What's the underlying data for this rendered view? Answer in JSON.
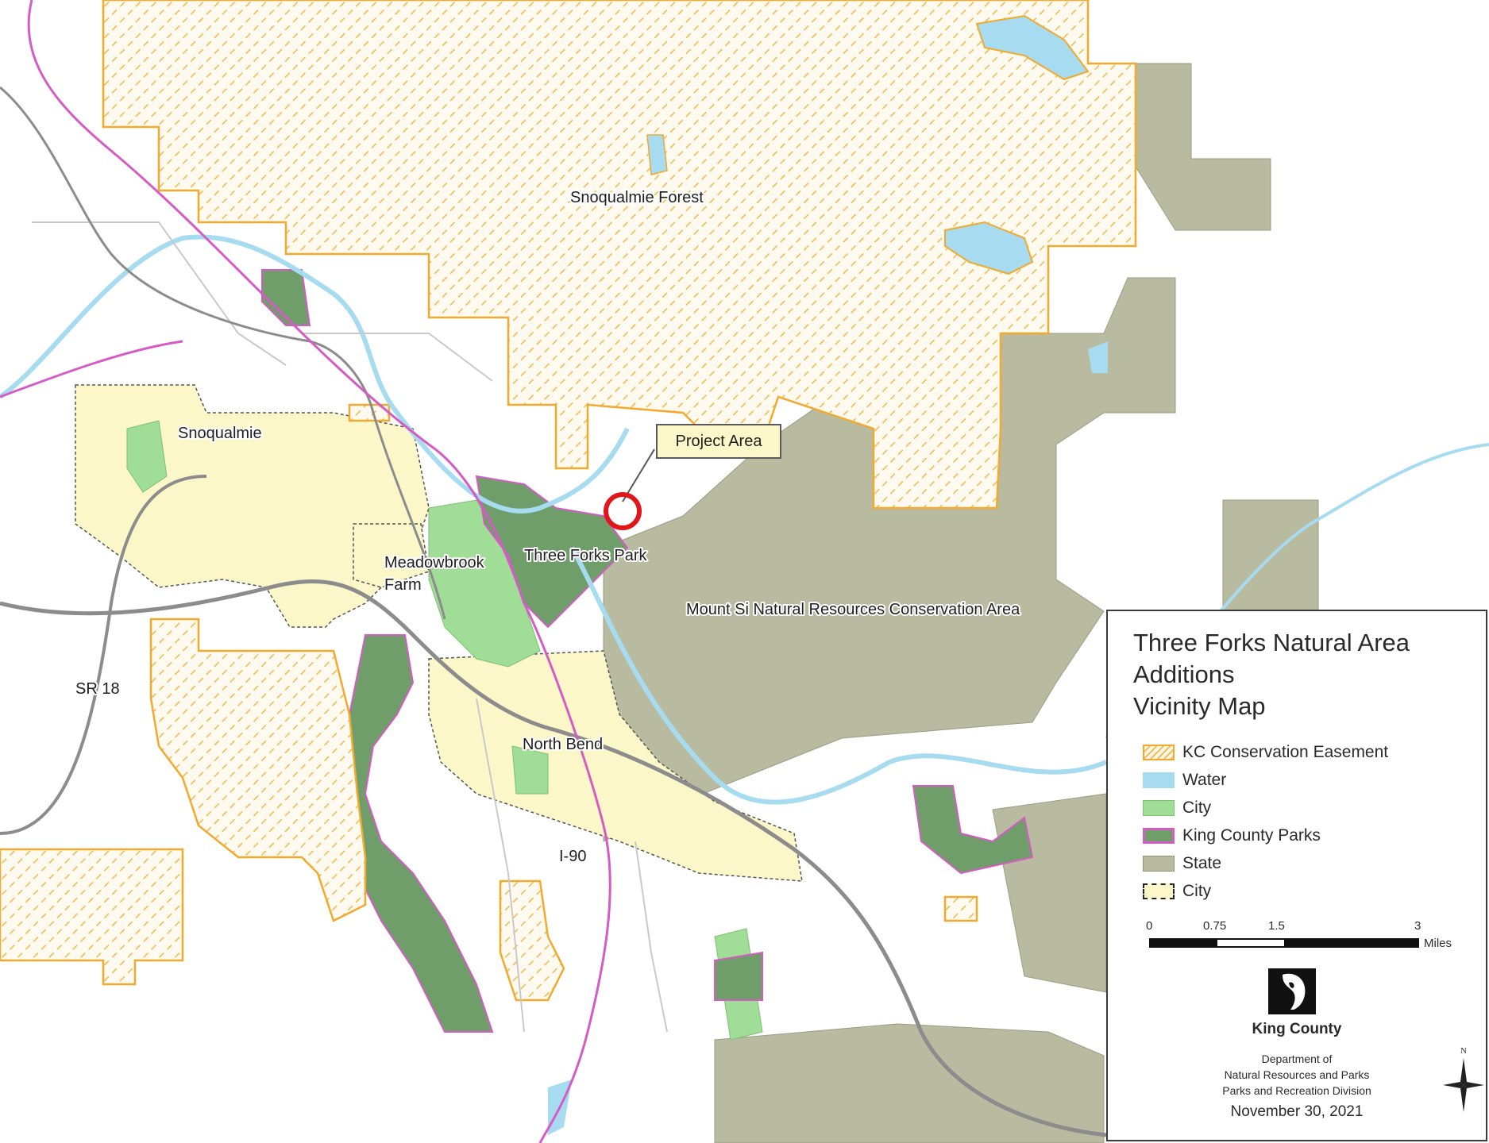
{
  "map": {
    "labels": {
      "snoqualmie_forest": "Snoqualmie Forest",
      "snoqualmie": "Snoqualmie",
      "meadowbrook_line1": "Meadowbrook",
      "meadowbrook_line2": "Farm",
      "three_forks_park": "Three Forks Park",
      "mount_si": "Mount Si Natural Resources Conservation Area",
      "sr18": "SR 18",
      "north_bend": "North Bend",
      "i90": "I-90"
    },
    "callout": "Project Area",
    "colors": {
      "easement_orange": "#f2a92c",
      "water": "#a6dbf0",
      "city_green": "#a0dd96",
      "kc_parks_green": "#6f9e6a",
      "kc_parks_outline": "#d65bc4",
      "state": "#b9bba1",
      "city_fill": "#fbf7c9",
      "highway": "#8c8c8c",
      "project_circle": "#e0161a"
    }
  },
  "legend": {
    "title": [
      "Three Forks Natural Area",
      "Additions",
      "Vicinity Map"
    ],
    "items": [
      {
        "label": "KC Conservation Easement"
      },
      {
        "label": "Water"
      },
      {
        "label": "City"
      },
      {
        "label": "King County Parks"
      },
      {
        "label": "State"
      },
      {
        "label": "City"
      }
    ],
    "scale": {
      "ticks": [
        "0",
        "0.75",
        "1.5",
        "3"
      ],
      "units": "Miles"
    },
    "agency": "King County",
    "department": [
      "Department of",
      "Natural Resources and Parks",
      "Parks and Recreation Division"
    ],
    "date": "November 30, 2021",
    "north_label": "N"
  }
}
